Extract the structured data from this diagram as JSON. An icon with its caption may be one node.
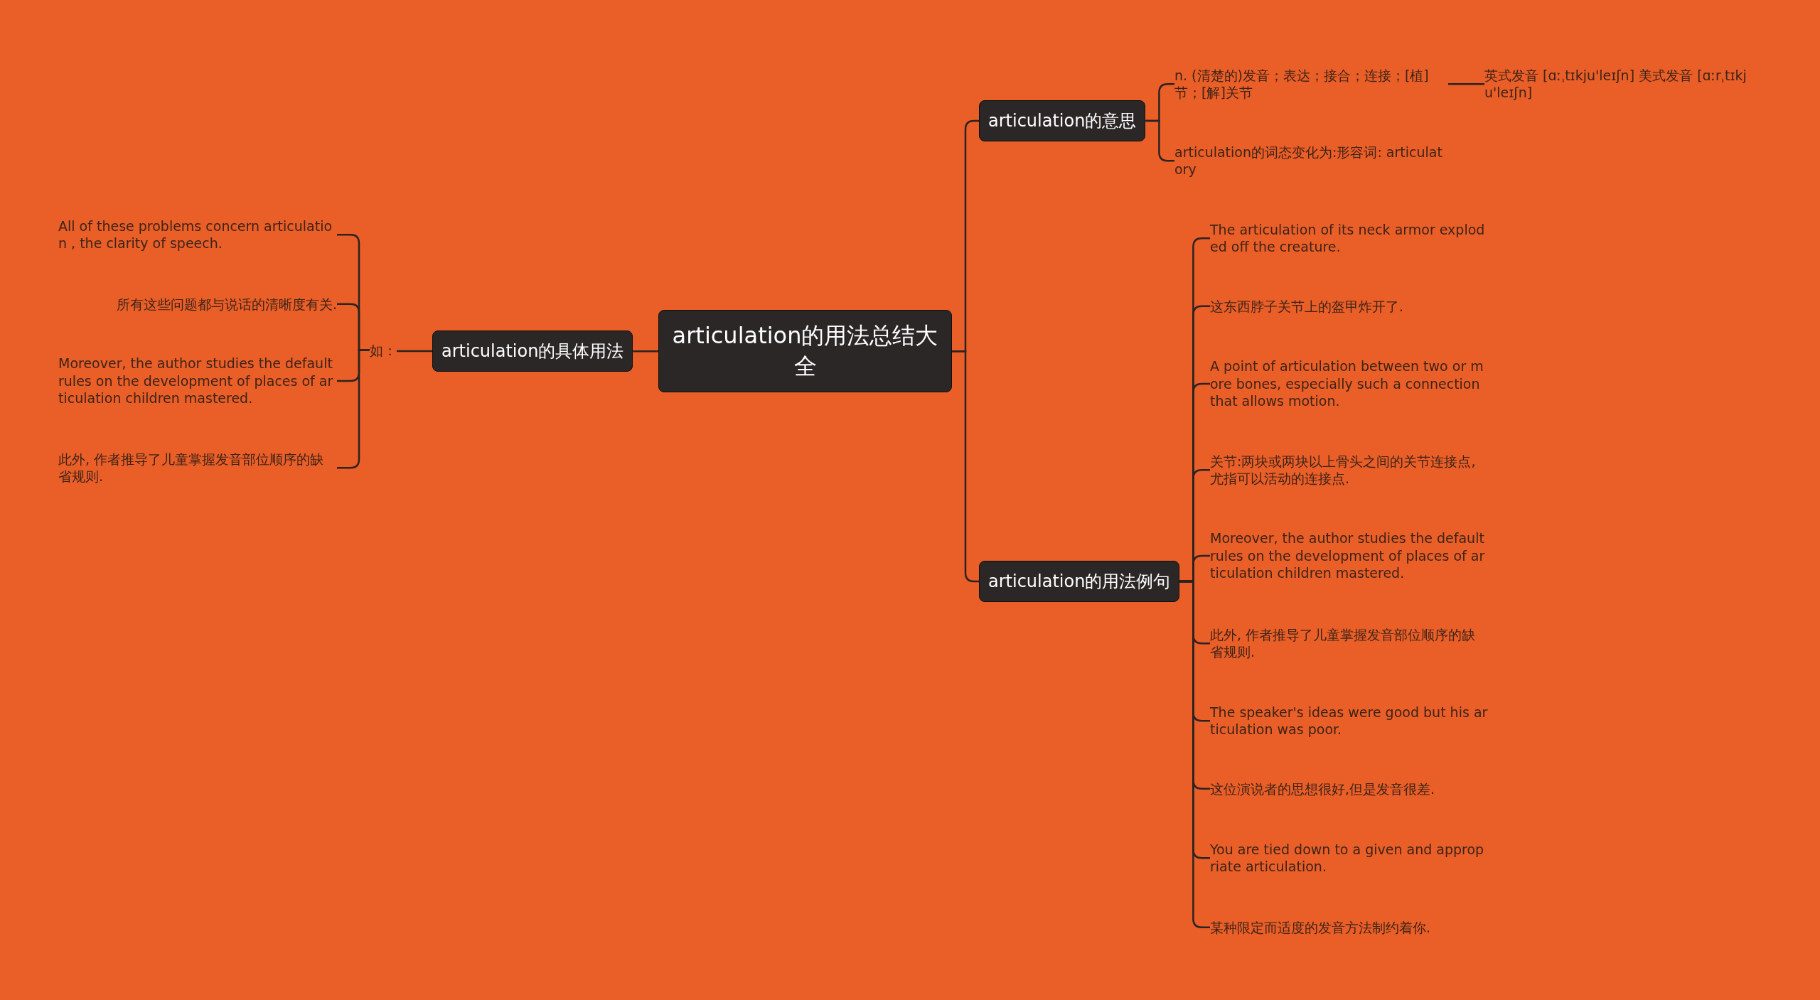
{
  "diagram": {
    "nodes": [
      {
        "text": [
          "articulation的用法总结大全"
        ]
      },
      {
        "text": [
          "articulation的意思"
        ]
      },
      {
        "text": [
          "n. (清楚的)发音；表达；接合；连接；[植]节；[解]关节"
        ]
      },
      {
        "text": [
          "英式发音 [ɑːˌtɪkju'leɪʃn] 美式发音 [ɑːrˌtɪkju'leɪʃn]"
        ]
      },
      {
        "text": [
          "articulation的词态变化为:形容词: articulatory"
        ]
      },
      {
        "text": [
          "articulation的用法例句"
        ]
      },
      {
        "text": [
          "The articulation of its neck armor exploded off the creature."
        ]
      },
      {
        "text": [
          "这东西脖子关节上的盔甲炸开了."
        ]
      },
      {
        "text": [
          "A point of articulation between two or more bones, especially such a connection that allows motion."
        ]
      },
      {
        "text": [
          "关节:两块或两块以上骨头之间的关节连接点,尤指可以活动的连接点."
        ]
      },
      {
        "text": [
          "Moreover, the author studies the default rules on the development of places of articulation children mastered."
        ]
      },
      {
        "text": [
          "此外, 作者推导了儿童掌握发音部位顺序的缺省规则."
        ]
      },
      {
        "text": [
          "The speaker's ideas were good but his articulation was poor."
        ]
      },
      {
        "text": [
          "这位演说者的思想很好,但是发音很差."
        ]
      },
      {
        "text": [
          "You are tied down to a given and appropriate articulation."
        ]
      },
      {
        "text": [
          "某种限定而适度的发音方法制约着你."
        ]
      },
      {
        "text": [
          "articulation的具体用法"
        ]
      },
      {
        "text": [
          "如："
        ]
      },
      {
        "text": [
          "All of these problems concern articulation , the clarity of speech."
        ]
      },
      {
        "text": [
          "所有这些问题都与说话的清晰度有关."
        ]
      },
      {
        "text": [
          "Moreover, the author studies the default rules on the development of places of articulation children mastered."
        ]
      },
      {
        "text": [
          "此外, 作者推导了儿童掌握发音部位顺序的缺省规则."
        ]
      }
    ],
    "edges": [
      {
        "from": 0,
        "to": 1,
        "arrow": "none"
      },
      {
        "from": 1,
        "to": 2,
        "arrow": "none"
      },
      {
        "from": 2,
        "to": 3,
        "arrow": "none"
      },
      {
        "from": 1,
        "to": 4,
        "arrow": "none"
      },
      {
        "from": 0,
        "to": 5,
        "arrow": "none"
      },
      {
        "from": 5,
        "to": 6,
        "arrow": "none"
      },
      {
        "from": 5,
        "to": 7,
        "arrow": "none"
      },
      {
        "from": 5,
        "to": 8,
        "arrow": "none"
      },
      {
        "from": 5,
        "to": 9,
        "arrow": "none"
      },
      {
        "from": 5,
        "to": 10,
        "arrow": "none"
      },
      {
        "from": 5,
        "to": 11,
        "arrow": "none"
      },
      {
        "from": 5,
        "to": 12,
        "arrow": "none"
      },
      {
        "from": 5,
        "to": 13,
        "arrow": "none"
      },
      {
        "from": 5,
        "to": 14,
        "arrow": "none"
      },
      {
        "from": 5,
        "to": 15,
        "arrow": "none"
      },
      {
        "from": 0,
        "to": 16,
        "arrow": "none"
      },
      {
        "from": 16,
        "to": 17,
        "arrow": "none"
      },
      {
        "from": 17,
        "to": 18,
        "arrow": "none"
      },
      {
        "from": 17,
        "to": 19,
        "arrow": "none"
      },
      {
        "from": 17,
        "to": 20,
        "arrow": "none"
      },
      {
        "from": 17,
        "to": 21,
        "arrow": "none"
      }
    ]
  }
}
